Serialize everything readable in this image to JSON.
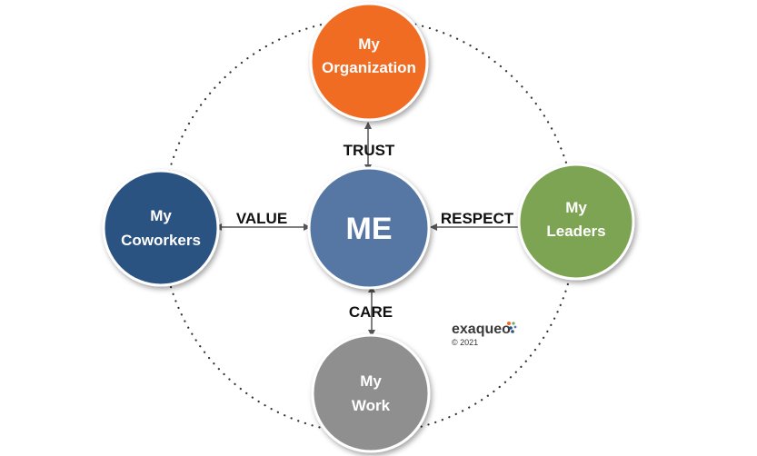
{
  "center": {
    "label": "ME",
    "color": "#5677a3"
  },
  "nodes": {
    "organization": {
      "line1": "My",
      "line2": "Organization",
      "color": "#ef6c21"
    },
    "coworkers": {
      "line1": "My",
      "line2": "Coworkers",
      "color": "#2b5282"
    },
    "leaders": {
      "line1": "My",
      "line2": "Leaders",
      "color": "#7ca452"
    },
    "work": {
      "line1": "My",
      "line2": "Work",
      "color": "#8f8f8f"
    }
  },
  "relations": {
    "trust": "TRUST",
    "value": "VALUE",
    "respect": "RESPECT",
    "care": "CARE"
  },
  "brand": {
    "logo": "exaqueo",
    "copyright": "© 2021"
  }
}
